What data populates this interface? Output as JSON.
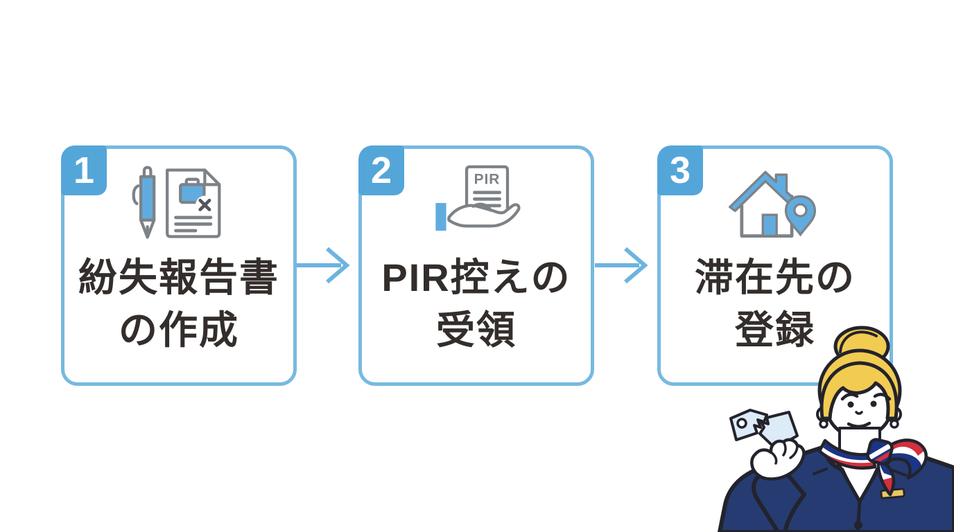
{
  "page": {
    "background": "#ffffff",
    "description": "3-step lost baggage procedure diagram"
  },
  "colors": {
    "tab_blue": "#54a6d9",
    "card_border_blue": "#77b9e1",
    "arrow_blue": "#6db4de",
    "icon_blue": "#61acdf",
    "icon_gray": "#7d8287",
    "label_text": "#332e2b",
    "uniform_navy": "#253b72",
    "scarf_navy": "#1b3584",
    "scarf_red": "#d3303f",
    "hair_yellow": "#f2cc51",
    "badge_gold": "#e8c75f",
    "tag_light_blue": "#dcebf7"
  },
  "steps": [
    {
      "number": "1",
      "label_line1": "紛失報告書",
      "label_line2": "の作成",
      "icon": "lost-report-and-pen-icon"
    },
    {
      "number": "2",
      "label_line1": "PIR控えの",
      "label_line2": "受領",
      "icon": "hand-receiving-pir-copy-icon",
      "icon_text": "PIR"
    },
    {
      "number": "3",
      "label_line1": "滞在先の",
      "label_line2": "登録",
      "icon": "house-location-pin-icon"
    }
  ],
  "arrows": [
    {
      "name": "arrow-right-1"
    },
    {
      "name": "arrow-right-2"
    }
  ],
  "illustration": {
    "name": "worried-airline-attendant-holding-torn-baggage-tag"
  }
}
